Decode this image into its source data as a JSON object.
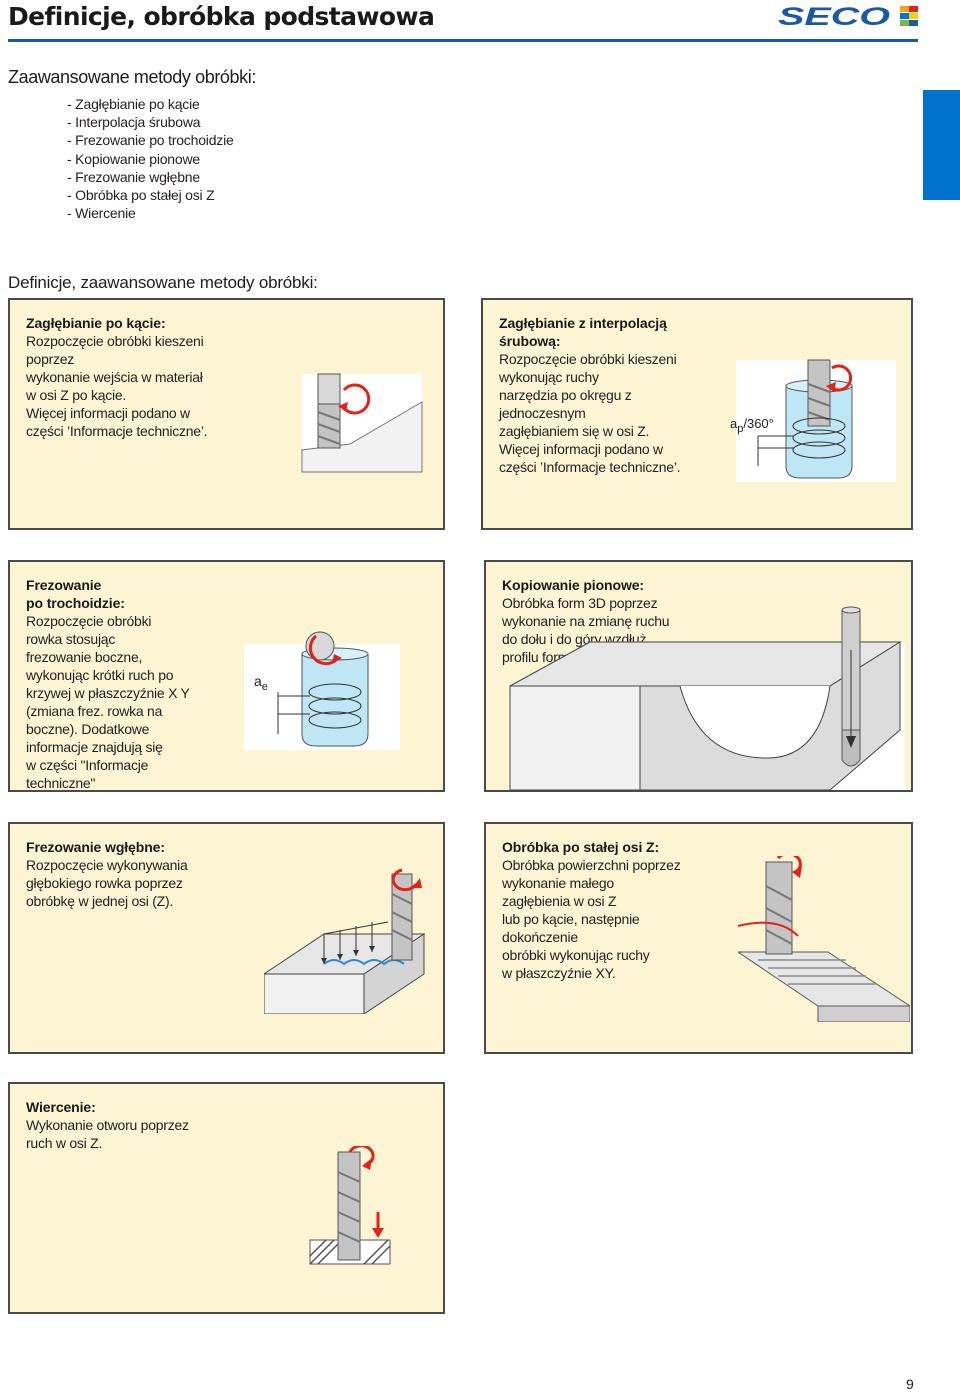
{
  "header": {
    "title": "Definicje, obróbka podstawowa",
    "logo_text": "SECO"
  },
  "advanced_methods": {
    "heading": "Zaawansowane metody obróbki:",
    "items": [
      "- Zagłębianie po kącie",
      "- Interpolacja śrubowa",
      "- Frezowanie po trochoidzie",
      "- Kopiowanie pionowe",
      "- Frezowanie wgłębne",
      "- Obróbka po stałej osi Z",
      "- Wiercenie"
    ]
  },
  "definitions": {
    "heading": "Definicje, zaawansowane metody obróbki:",
    "cards": [
      {
        "title": "Zagłębianie po kącie:",
        "lines": [
          "Rozpoczęcie obróbki kieszeni",
          "poprzez",
          "wykonanie wejścia w materiał",
          "w osi Z po kącie.",
          "Więcej informacji podano w",
          "części ’Informacje techniczne’."
        ]
      },
      {
        "title_lines": [
          "Zagłębianie z interpolacją",
          "śrubową:"
        ],
        "lines": [
          "Rozpoczęcie obróbki kieszeni",
          "wykonując ruchy",
          "narzędzia po okręgu z",
          "jednoczesnym",
          "zagłębianiem się w osi Z.",
          "Więcej informacji podano w",
          "części ’Informacje techniczne’."
        ],
        "figure_label_main": "a",
        "figure_label_sub": "p",
        "figure_label_rest": "/360°"
      },
      {
        "title_lines": [
          "Frezowanie",
          "po trochoidzie:"
        ],
        "lines": [
          "Rozpoczęcie obróbki",
          "rowka stosując",
          "frezowanie boczne,",
          "wykonując krótki ruch po",
          "krzywej w płaszczyźnie X Y",
          "(zmiana frez. rowka na",
          "boczne). Dodatkowe",
          "informacje znajdują się",
          "w części \"Informacje",
          "techniczne\""
        ],
        "figure_label_main": "a",
        "figure_label_sub": "e"
      },
      {
        "title": "Kopiowanie pionowe:",
        "lines": [
          "Obróbka form 3D poprzez",
          "wykonanie na zmianę ruchu",
          "do dołu i do góry wzdłuż",
          "profilu formy."
        ]
      },
      {
        "title": "Frezowanie wgłębne:",
        "lines": [
          "Rozpoczęcie wykonywania",
          "głębokiego rowka poprzez",
          "obróbkę w jednej osi (Z)."
        ]
      },
      {
        "title": "Obróbka po stałej osi Z:",
        "lines": [
          "Obróbka powierzchni poprzez",
          "wykonanie małego",
          "zagłębienia w osi Z",
          "lub po kącie, następnie",
          "dokończenie",
          "obróbki wykonując ruchy",
          "w płaszczyźnie XY."
        ]
      },
      {
        "title": "Wiercenie:",
        "lines": [
          "Wykonanie otworu poprzez",
          "ruch w osi Z."
        ]
      }
    ]
  },
  "footer": {
    "page_number": "9"
  },
  "colors": {
    "card_background": "#fdf4d4",
    "card_border": "#4a4a4a",
    "brand_blue": "#1d58a6",
    "tab_blue": "#0072ce",
    "arrow_red": "#e2231a",
    "water_blue": "#bfe6f5"
  }
}
